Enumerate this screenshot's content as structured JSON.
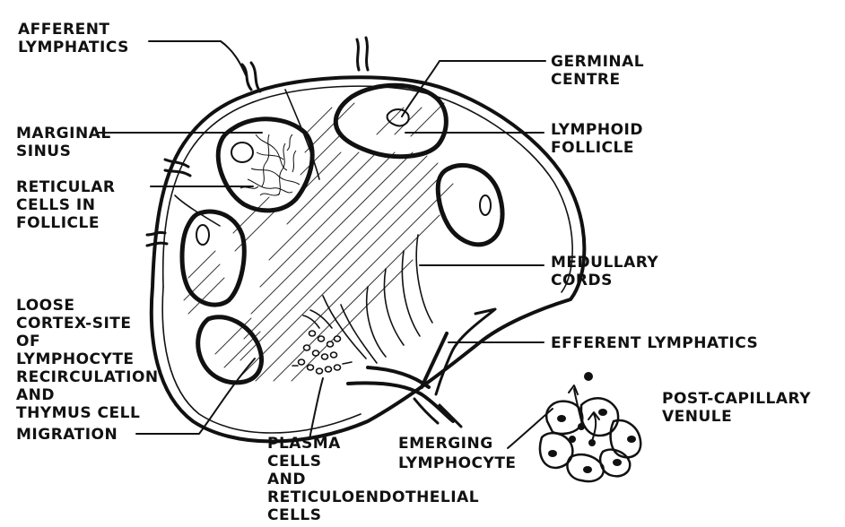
{
  "labels": {
    "afferent_1": "AFFERENT",
    "afferent_2": "LYMPHATICS",
    "germinal_1": "GERMINAL",
    "germinal_2": "CENTRE",
    "marginal_1": "MARGINAL",
    "marginal_2": "SINUS",
    "lymphoid_1": "LYMPHOID",
    "lymphoid_2": "FOLLICLE",
    "reticular_1": "RETICULAR",
    "reticular_2": "CELLS  IN",
    "reticular_3": "FOLLICLE",
    "medullary_1": "MEDULLARY",
    "medullary_2": "CORDS",
    "loose_1": "LOOSE",
    "loose_2": "CORTEX-SITE",
    "loose_3": "OF",
    "loose_4": "LYMPHOCYTE",
    "loose_5": "RECIRCULATION",
    "loose_6": "AND",
    "loose_7": "THYMUS CELL",
    "loose_8": "MIGRATION",
    "efferent": "EFFERENT  LYMPHATICS",
    "postcap_1": "POST-CAPILLARY",
    "postcap_2": "VENULE",
    "plasma_1": "PLASMA",
    "plasma_2": "CELLS",
    "plasma_3": "AND",
    "plasma_4": "RETICULOENDOTHELIAL",
    "plasma_5": "CELLS",
    "emerging_1": "EMERGING",
    "emerging_2": "LYMPHOCYTE"
  }
}
